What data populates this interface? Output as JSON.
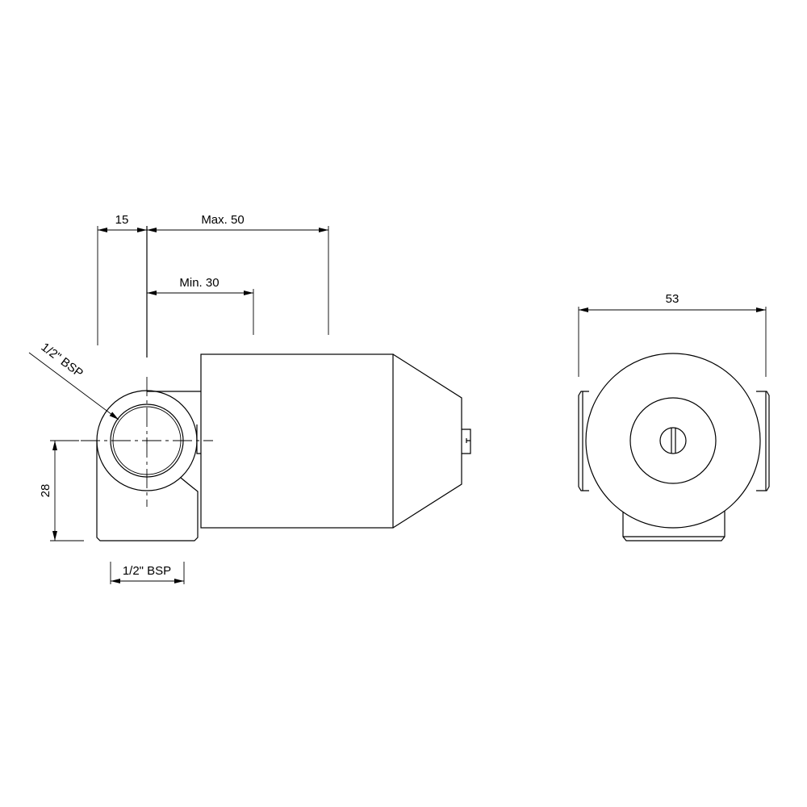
{
  "drawing": {
    "side_view": {
      "dim_15": "15",
      "dim_max": "Max. 50",
      "dim_min": "Min. 30",
      "dim_28": "28",
      "thread_leader": "1/2\" BSP",
      "thread_bottom": "1/2\" BSP"
    },
    "end_view": {
      "dim_53": "53"
    },
    "line_color": "#000000",
    "background": "#ffffff"
  }
}
